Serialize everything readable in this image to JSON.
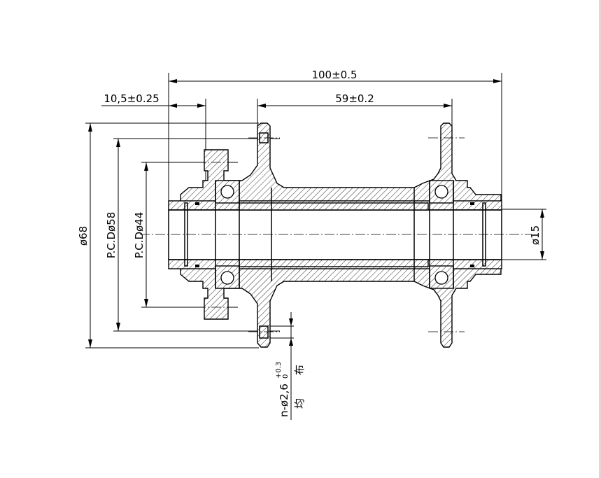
{
  "drawing": {
    "dimensions": {
      "overall_length": "100±0.5",
      "flange_offset": "10,5±0.25",
      "flange_spacing": "59±0.2",
      "outer_diameter": "ø68",
      "pcd_large": "P.C.Dø58",
      "pcd_small": "P.C.Dø44",
      "axle_diameter": "ø15",
      "hole_spec": "n-ø2,6",
      "hole_tol_upper": "+0.3",
      "hole_tol_lower": "0",
      "hole_note_top": "均",
      "hole_note_bottom": "布"
    }
  }
}
